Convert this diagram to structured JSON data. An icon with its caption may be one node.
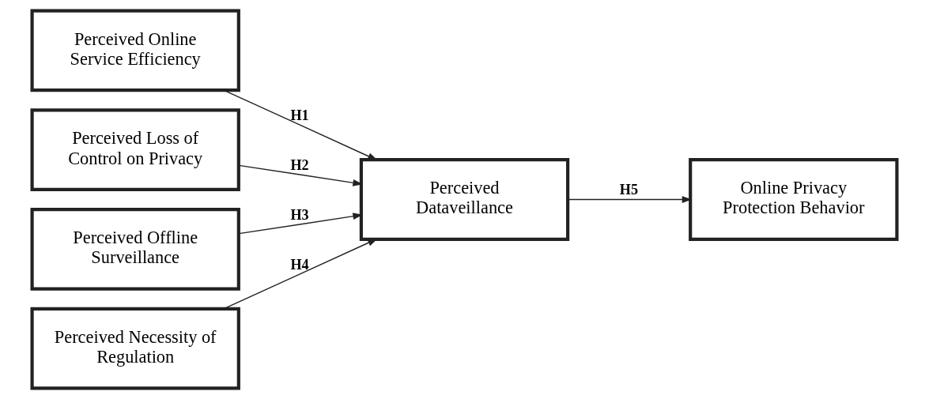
{
  "diagram": {
    "nodes": [
      {
        "text": [
          "Perceived Online Service Efficiency"
        ]
      },
      {
        "text": [
          "Perceived Loss of Control on Privacy"
        ]
      },
      {
        "text": [
          "Perceived Offline Surveillance"
        ]
      },
      {
        "text": [
          "Perceived Necessity of Regulation"
        ]
      },
      {
        "text": [
          "Perceived Dataveillance"
        ]
      },
      {
        "text": [
          "Online Privacy Protection Behavior"
        ]
      }
    ],
    "edges": [
      {
        "from": 0,
        "to": 4,
        "arrow": "to",
        "label": "H1"
      },
      {
        "from": 1,
        "to": 4,
        "arrow": "to",
        "label": "H2"
      },
      {
        "from": 2,
        "to": 4,
        "arrow": "to",
        "label": "H3"
      },
      {
        "from": 3,
        "to": 4,
        "arrow": "to",
        "label": "H4"
      },
      {
        "from": 4,
        "to": 5,
        "arrow": "to",
        "label": "H5"
      }
    ]
  }
}
